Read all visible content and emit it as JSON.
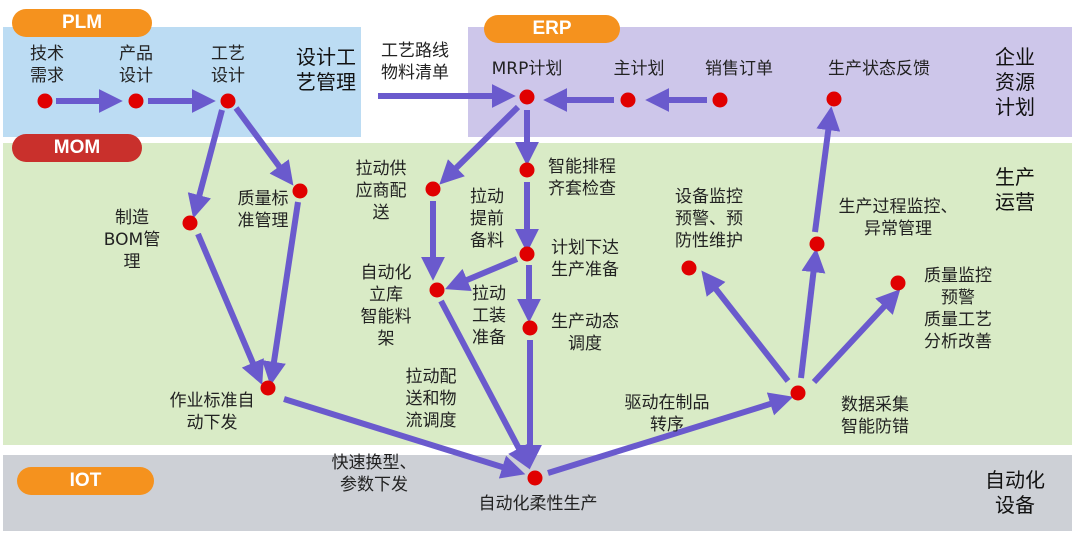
{
  "layers": {
    "plm": {
      "tag": "PLM",
      "section": "设计工\n艺管理"
    },
    "erp": {
      "tag": "ERP",
      "section": "企业\n资源\n计划"
    },
    "mom": {
      "tag": "MOM",
      "section": "生产\n运营"
    },
    "iot": {
      "tag": "IOT",
      "section": "自动化\n设备"
    }
  },
  "nodes": {
    "tech_req": "技术\n需求",
    "product_design": "产品\n设计",
    "process_design": "工艺\n设计",
    "route_bom": "工艺路线\n物料清单",
    "mrp": "MRP计划",
    "master_plan": "主计划",
    "sales_order": "销售订单",
    "prod_feedback": "生产状态反馈",
    "pull_supplier": "拉动供\n应商配\n送",
    "smart_schedule": "智能排程\n齐套检查",
    "quality_std": "质量标\n准管理",
    "mfg_bom": "制造\nBOM管\n理",
    "pull_prepare": "拉动\n提前\n备料",
    "plan_release": "计划下达\n生产准备",
    "auto_warehouse": "自动化\n立库\n智能料\n架",
    "pull_tooling": "拉动\n工装\n准备",
    "dispatch": "生产动态\n调度",
    "equip_monitor": "设备监控\n预警、预\n防性维护",
    "process_monitor": "生产过程监控、\n异常管理",
    "quality_monitor": "质量监控\n预警\n质量工艺\n分析改善",
    "work_std": "作业标准自\n动下发",
    "pull_delivery": "拉动配\n送和物\n流调度",
    "wip_transfer": "驱动在制品\n转序",
    "data_collect": "数据采集\n智能防错",
    "quick_change": "快速换型、\n参数下发",
    "flex_prod": "自动化柔性生产"
  },
  "colors": {
    "plm_band": "#bcdcf3",
    "erp_band": "#cdc6ea",
    "mom_band": "#d9ebc6",
    "iot_band": "#cdd0d6",
    "pill": "#f5921e",
    "mom_pill": "#c9302c",
    "node": "#e00000",
    "arrow": "#6a5acd"
  }
}
